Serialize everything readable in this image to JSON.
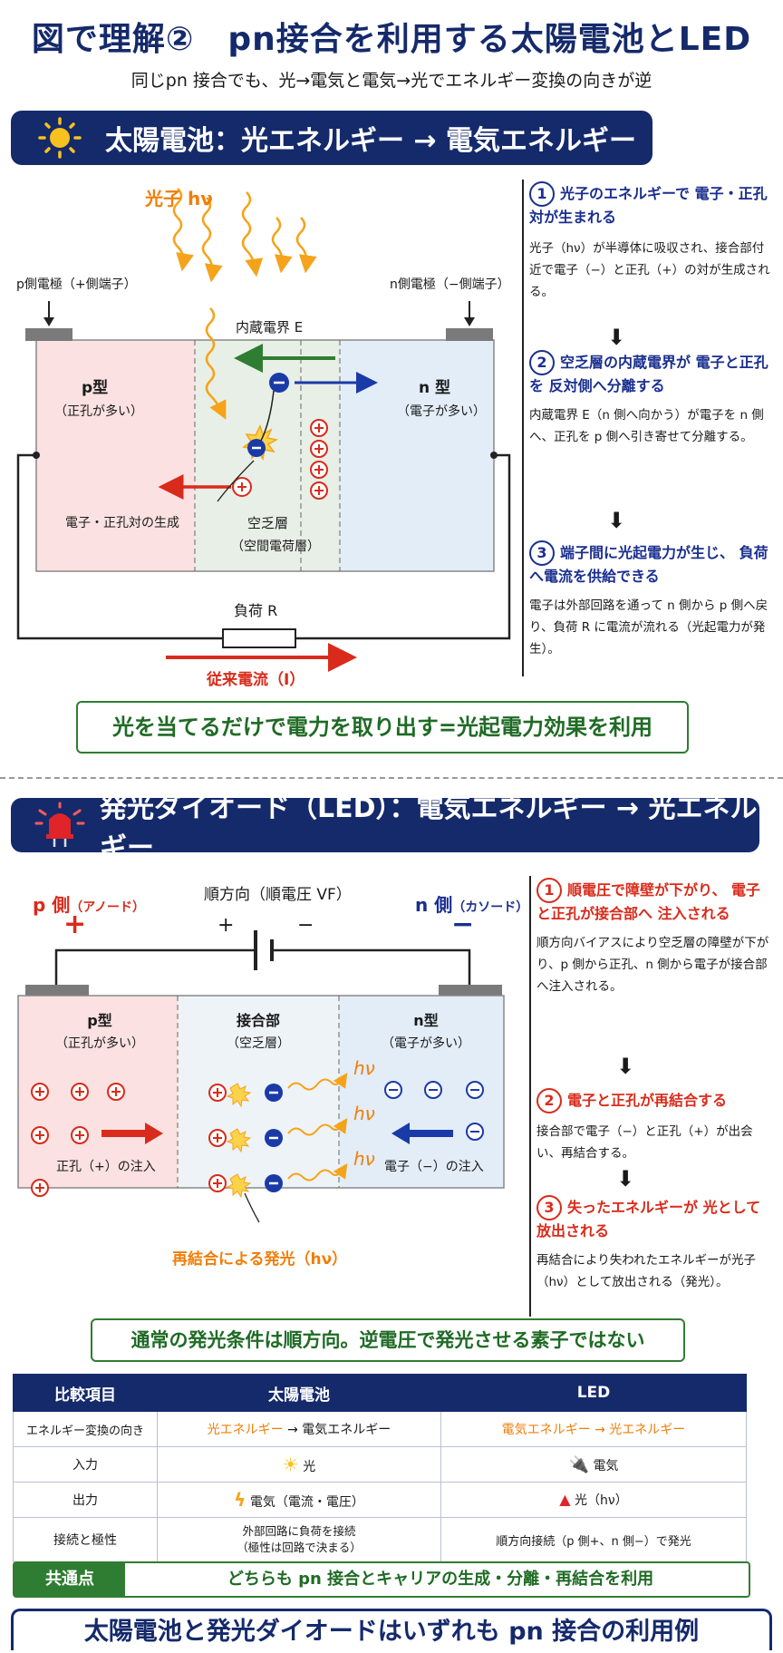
{
  "header": {
    "title": "図で理解②　pn接合を利用する太陽電池とLED",
    "subtitle": "同じpn 接合でも、光→電気と電気→光でエネルギー変換の向きが逆"
  },
  "solar": {
    "band_title": "太陽電池：光エネルギー → 電気エネルギー",
    "photon_label": "光子 hν",
    "p_electrode": "p側電極（+側端子）",
    "n_electrode": "n側電極（−側端子）",
    "field_label": "内蔵電界 E",
    "p_type": "p型",
    "p_type_sub": "（正孔が多い）",
    "n_type": "n 型",
    "n_type_sub": "（電子が多い）",
    "pair_generation": "電子・正孔対の生成",
    "depletion": "空乏層",
    "depletion_sub": "（空間電荷層）",
    "load": "負荷 R",
    "current": "従来電流（I）",
    "steps": [
      {
        "num": "1",
        "title": "光子のエネルギーで 電子・正孔対が生まれる",
        "text": "光子（hν）が半導体に吸収され、接合部付近で電子（−）と正孔（+）の対が生成される。"
      },
      {
        "num": "2",
        "title": "空乏層の内蔵電界が 電子と正孔を 反対側へ分離する",
        "text": "内蔵電界 E（n 側へ向かう）が電子を n 側へ、正孔を p 側へ引き寄せて分離する。"
      },
      {
        "num": "3",
        "title": "端子間に光起電力が生じ、 負荷へ電流を供給できる",
        "text": "電子は外部回路を通って n 側から p 側へ戻り、負荷 R に電流が流れる（光起電力が発生）。"
      }
    ],
    "callout": "光を当てるだけで電力を取り出す=光起電力効果を利用"
  },
  "led": {
    "band_title": "発光ダイオード（LED）：電気エネルギー → 光エネルギー",
    "p_side": "p 側",
    "p_side_sub": "（アノード）",
    "n_side": "n 側",
    "n_side_sub": "（カソード）",
    "forward": "順方向（順電圧 VF）",
    "plus": "+",
    "minus": "−",
    "p_type": "p型",
    "p_type_sub": "（正孔が多い）",
    "junction": "接合部",
    "junction_sub": "（空乏層）",
    "n_type": "n型",
    "n_type_sub": "（電子が多い）",
    "hole_injection": "正孔（+）の注入",
    "electron_injection": "電子（−）の注入",
    "photon": "hν",
    "recombination": "再結合による発光（hν）",
    "steps": [
      {
        "num": "1",
        "title": "順電圧で障壁が下がり、 電子と正孔が接合部へ 注入される",
        "text": "順方向バイアスにより空乏層の障壁が下がり、p 側から正孔、n 側から電子が接合部へ注入される。"
      },
      {
        "num": "2",
        "title": "電子と正孔が再結合する",
        "text": "接合部で電子（−）と正孔（+）が出会い、再結合する。"
      },
      {
        "num": "3",
        "title": "失ったエネルギーが 光として放出される",
        "text": "再結合により失われたエネルギーが光子（hν）として放出される（発光）。"
      }
    ],
    "callout": "通常の発光条件は順方向。逆電圧で発光させる素子ではない"
  },
  "comparison": {
    "headers": [
      "比較項目",
      "太陽電池",
      "LED"
    ],
    "rows": [
      {
        "item": "エネルギー変換の向き",
        "solar_a": "光エネルギー",
        "solar_b": " → 電気エネルギー",
        "led_a": "電気エネルギー",
        "led_b": " → 光エネルギー"
      },
      {
        "item": "入力",
        "solar": "光",
        "led": "電気"
      },
      {
        "item": "出力",
        "solar": "電気（電流・電圧）",
        "led": "光（hν）"
      },
      {
        "item": "接続と極性",
        "solar_a": "外部回路に負荷を接続",
        "solar_b": "（極性は回路で決まる）",
        "led": "順方向接続（p 側+、n 側−）で発光"
      }
    ],
    "common_label": "共通点",
    "common_text": "どちらも pn 接合とキャリアの生成・分離・再結合を利用"
  },
  "footer": "太陽電池と発光ダイオードはいずれも pn 接合の利用例",
  "colors": {
    "navy": "#152a6b",
    "red": "#d92b1b",
    "blue": "#1a2f8f",
    "orange": "#f07e0a",
    "green": "#2f7d32"
  }
}
